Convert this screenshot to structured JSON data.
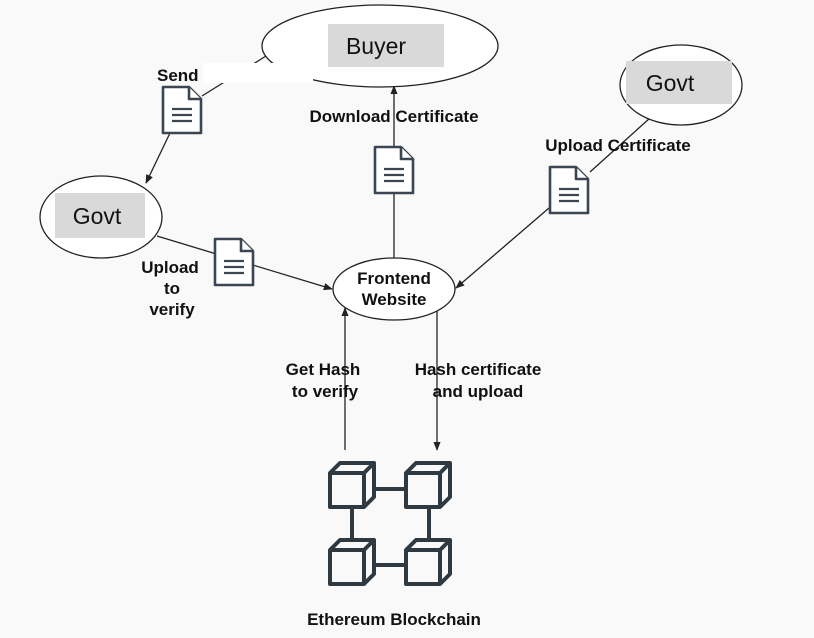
{
  "nodes": {
    "buyer": "Buyer",
    "govt_left": "Govt",
    "govt_right": "Govt",
    "frontend_line1": "Frontend",
    "frontend_line2": "Website",
    "blockchain": "Ethereum Blockchain"
  },
  "edges": {
    "send": "Send",
    "download": "Download Certificate",
    "upload_cert": "Upload Certificate",
    "upload_verify_1": "Upload",
    "upload_verify_2": "to",
    "upload_verify_3": "verify",
    "get_hash_1": "Get Hash",
    "get_hash_2": "to verify",
    "hash_upload_1": "Hash certificate",
    "hash_upload_2": "and upload"
  },
  "icons": [
    "document-icon",
    "blockchain-icon"
  ],
  "colors": {
    "background": "#f9f9f9",
    "node_highlight": "#d9d9d9",
    "icon_stroke": "#3b4652"
  }
}
